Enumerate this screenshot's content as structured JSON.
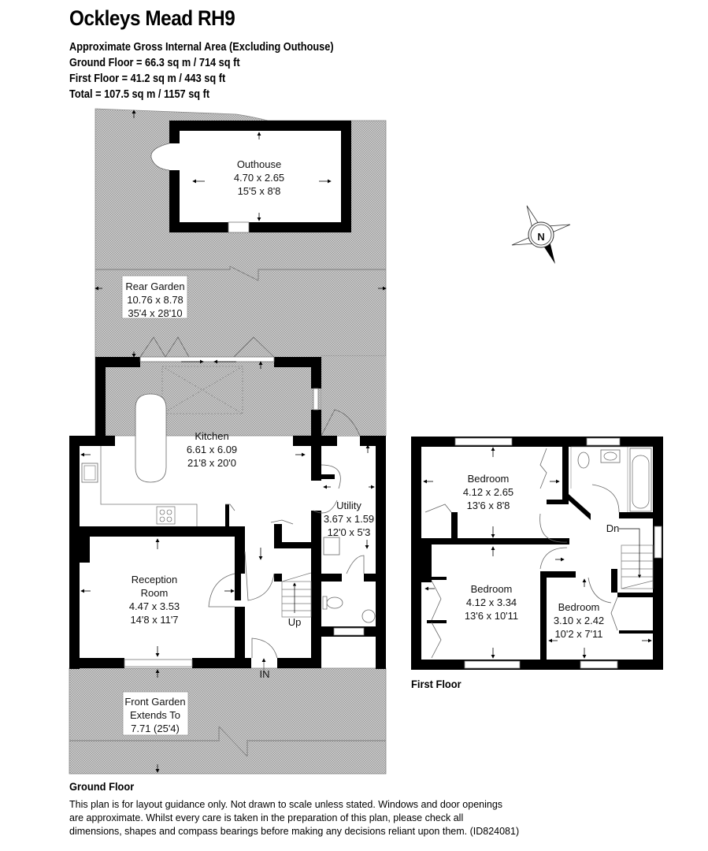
{
  "header": {
    "title": "Ockleys Mead RH9",
    "subtitle": "Approximate Gross Internal Area (Excluding Outhouse)",
    "ground_floor_area": "Ground Floor = 66.3 sq m / 714 sq ft",
    "first_floor_area": "First Floor = 41.2 sq m / 443 sq ft",
    "total_area": "Total = 107.5 sq m / 1157 sq ft"
  },
  "compass": {
    "label": "N"
  },
  "ground_floor": {
    "label": "Ground Floor",
    "rooms": {
      "outhouse": {
        "name": "Outhouse",
        "metric": "4.70 x 2.65",
        "imperial": "15'5 x 8'8"
      },
      "rear_garden": {
        "name": "Rear Garden",
        "metric": "10.76 x 8.78",
        "imperial": "35'4 x 28'10"
      },
      "kitchen": {
        "name": "Kitchen",
        "metric": "6.61 x 6.09",
        "imperial": "21'8 x 20'0"
      },
      "utility": {
        "name": "Utility",
        "metric": "3.67 x 1.59",
        "imperial": "12'0 x 5'3"
      },
      "reception": {
        "name_line1": "Reception",
        "name_line2": "Room",
        "metric": "4.47 x 3.53",
        "imperial": "14'8 x 11'7"
      },
      "front_garden": {
        "name_line1": "Front Garden",
        "name_line2": "Extends To",
        "metric": "7.71 (25'4)"
      }
    },
    "stairs_label": "Up",
    "entrance_label": "IN"
  },
  "first_floor": {
    "label": "First Floor",
    "rooms": {
      "bedroom1": {
        "name": "Bedroom",
        "metric": "4.12 x 2.65",
        "imperial": "13'6 x 8'8"
      },
      "bedroom2": {
        "name": "Bedroom",
        "metric": "4.12 x 3.34",
        "imperial": "13'6 x 10'11"
      },
      "bedroom3": {
        "name": "Bedroom",
        "metric": "3.10 x 2.42",
        "imperial": "10'2 x 7'11"
      }
    },
    "stairs_label": "Dn"
  },
  "disclaimer": {
    "line1": "This plan is for layout guidance only. Not drawn to scale unless stated. Windows and door openings",
    "line2": "are approximate. Whilst every care is taken in the preparation of this plan, please check all",
    "line3": "dimensions, shapes and compass bearings before making any decisions reliant upon them. (ID824081)"
  },
  "colors": {
    "wall": "#000000",
    "garden_hatch": "#b8b8b8",
    "background": "#ffffff"
  }
}
